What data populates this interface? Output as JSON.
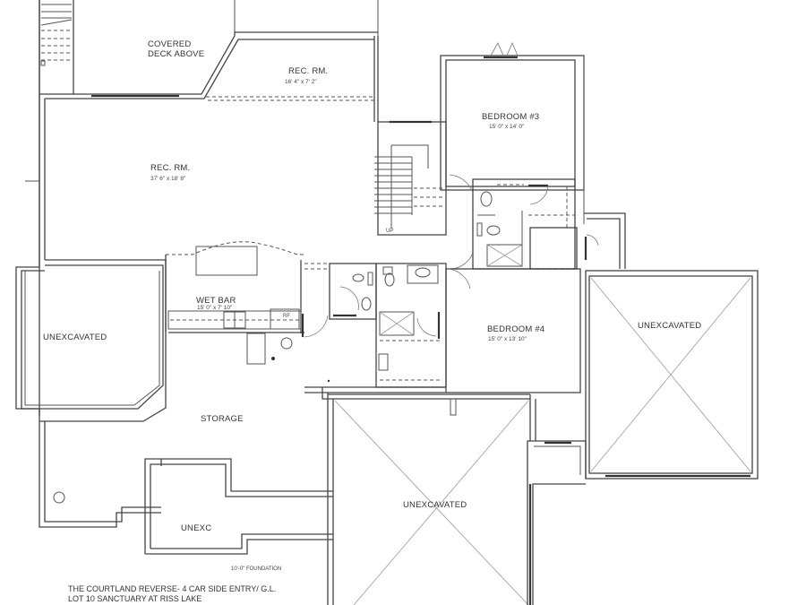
{
  "plan": {
    "title_line1": "THE COURTLAND REVERSE- 4 CAR SIDE ENTRY/ G.L.",
    "title_line2": "LOT 10 SANCTUARY AT RISS LAKE",
    "foundation_note": "10'-0\" FOUNDATION",
    "stair_note": "UP",
    "fridge_note": "RF"
  },
  "rooms": [
    {
      "id": "covered-deck",
      "name_line1": "COVERED",
      "name_line2": "DECK ABOVE"
    },
    {
      "id": "rec-room-upper",
      "name": "REC. RM.",
      "dims": "16' 4\" x 7' 2\""
    },
    {
      "id": "rec-room-main",
      "name": "REC. RM.",
      "dims": "37' 6\" x 18' 8\""
    },
    {
      "id": "bedroom-3",
      "name": "BEDROOM #3",
      "dims": "15' 0\" x 14' 0\""
    },
    {
      "id": "wet-bar",
      "name": "WET BAR",
      "dims": "15' 0\" x 7' 10\""
    },
    {
      "id": "bedroom-4",
      "name": "BEDROOM #4",
      "dims": "15' 0\" x 13' 10\""
    },
    {
      "id": "unexcavated-left",
      "name": "UNEXCAVATED"
    },
    {
      "id": "unexcavated-right",
      "name": "UNEXCAVATED"
    },
    {
      "id": "unexcavated-center",
      "name": "UNEXCAVATED"
    },
    {
      "id": "storage",
      "name": "STORAGE"
    },
    {
      "id": "unexc-small",
      "name": "UNEXC"
    }
  ]
}
